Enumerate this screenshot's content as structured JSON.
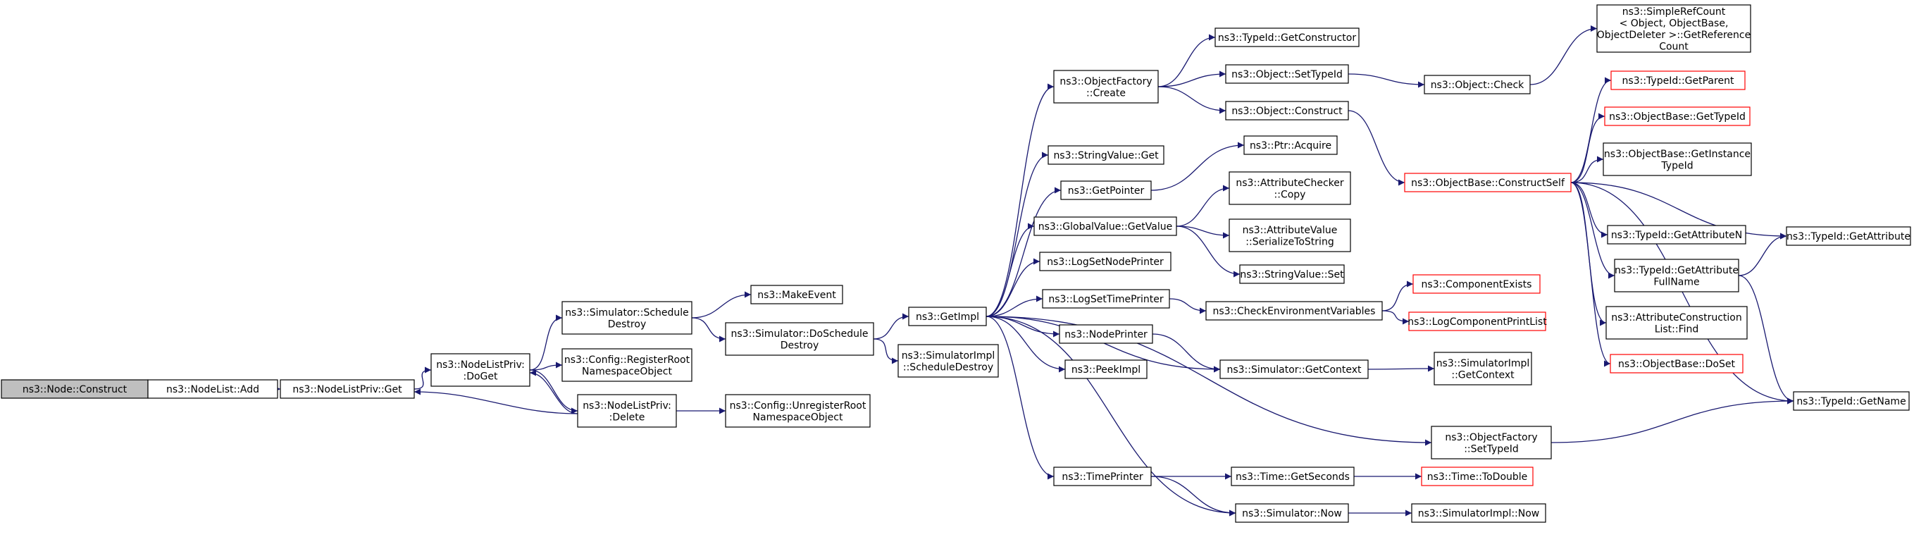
{
  "colors": {
    "edge": "#191970",
    "red_border": "#ff0000",
    "root_fill": "#bfbfbf"
  },
  "nodes": [
    {
      "id": "n1",
      "lines": [
        "ns3::Node::Construct"
      ],
      "style": "root"
    },
    {
      "id": "n2",
      "lines": [
        "ns3::NodeList::Add"
      ]
    },
    {
      "id": "n3",
      "lines": [
        "ns3::NodeListPriv::Get"
      ]
    },
    {
      "id": "n4",
      "lines": [
        "ns3::NodeListPriv:",
        ":DoGet"
      ]
    },
    {
      "id": "n5",
      "lines": [
        "ns3::Simulator::Schedule",
        "Destroy"
      ]
    },
    {
      "id": "n6",
      "lines": [
        "ns3::Config::RegisterRoot",
        "NamespaceObject"
      ]
    },
    {
      "id": "n7",
      "lines": [
        "ns3::NodeListPriv:",
        ":Delete"
      ]
    },
    {
      "id": "n8",
      "lines": [
        "ns3::MakeEvent"
      ]
    },
    {
      "id": "n9",
      "lines": [
        "ns3::Simulator::DoSchedule",
        "Destroy"
      ]
    },
    {
      "id": "n10",
      "lines": [
        "ns3::Config::UnregisterRoot",
        "NamespaceObject"
      ]
    },
    {
      "id": "n11",
      "lines": [
        "ns3::GetImpl"
      ]
    },
    {
      "id": "n12",
      "lines": [
        "ns3::SimulatorImpl",
        "::ScheduleDestroy"
      ]
    },
    {
      "id": "n13",
      "lines": [
        "ns3::ObjectFactory",
        "::Create"
      ]
    },
    {
      "id": "n14",
      "lines": [
        "ns3::StringValue::Get"
      ]
    },
    {
      "id": "n15",
      "lines": [
        "ns3::GetPointer"
      ]
    },
    {
      "id": "n16",
      "lines": [
        "ns3::GlobalValue::GetValue"
      ]
    },
    {
      "id": "n17",
      "lines": [
        "ns3::LogSetNodePrinter"
      ]
    },
    {
      "id": "n18",
      "lines": [
        "ns3::LogSetTimePrinter"
      ]
    },
    {
      "id": "n19",
      "lines": [
        "ns3::NodePrinter"
      ]
    },
    {
      "id": "n20",
      "lines": [
        "ns3::PeekImpl"
      ]
    },
    {
      "id": "n21",
      "lines": [
        "ns3::TimePrinter"
      ]
    },
    {
      "id": "n22",
      "lines": [
        "ns3::TypeId::GetConstructor"
      ]
    },
    {
      "id": "n23",
      "lines": [
        "ns3::Object::SetTypeId"
      ]
    },
    {
      "id": "n24",
      "lines": [
        "ns3::Object::Construct"
      ]
    },
    {
      "id": "n25",
      "lines": [
        "ns3::Ptr::Acquire"
      ]
    },
    {
      "id": "n26",
      "lines": [
        "ns3::AttributeChecker",
        "::Copy"
      ]
    },
    {
      "id": "n27",
      "lines": [
        "ns3::AttributeValue",
        "::SerializeToString"
      ]
    },
    {
      "id": "n28",
      "lines": [
        "ns3::StringValue::Set"
      ]
    },
    {
      "id": "n29",
      "lines": [
        "ns3::CheckEnvironmentVariables"
      ]
    },
    {
      "id": "n30",
      "lines": [
        "ns3::Simulator::GetContext"
      ]
    },
    {
      "id": "n31",
      "lines": [
        "ns3::ObjectFactory",
        "::SetTypeId"
      ]
    },
    {
      "id": "n32",
      "lines": [
        "ns3::Time::GetSeconds"
      ]
    },
    {
      "id": "n33",
      "lines": [
        "ns3::Simulator::Now"
      ]
    },
    {
      "id": "n34",
      "lines": [
        "ns3::Object::Check"
      ]
    },
    {
      "id": "n35",
      "lines": [
        "ns3::ObjectBase::ConstructSelf"
      ],
      "style": "red"
    },
    {
      "id": "n36",
      "lines": [
        "ns3::ComponentExists"
      ],
      "style": "red"
    },
    {
      "id": "n37",
      "lines": [
        "ns3::LogComponentPrintList"
      ],
      "style": "red"
    },
    {
      "id": "n38",
      "lines": [
        "ns3::SimulatorImpl",
        "::GetContext"
      ]
    },
    {
      "id": "n39",
      "lines": [
        "ns3::Time::ToDouble"
      ],
      "style": "red"
    },
    {
      "id": "n40",
      "lines": [
        "ns3::SimulatorImpl::Now"
      ]
    },
    {
      "id": "n41",
      "lines": [
        "ns3::SimpleRefCount",
        "< Object, ObjectBase,",
        "ObjectDeleter >::GetReference",
        "Count"
      ]
    },
    {
      "id": "n42",
      "lines": [
        "ns3::TypeId::GetParent"
      ],
      "style": "red"
    },
    {
      "id": "n43",
      "lines": [
        "ns3::ObjectBase::GetTypeId"
      ],
      "style": "red"
    },
    {
      "id": "n44",
      "lines": [
        "ns3::ObjectBase::GetInstance",
        "TypeId"
      ]
    },
    {
      "id": "n45",
      "lines": [
        "ns3::TypeId::GetAttributeN"
      ]
    },
    {
      "id": "n46",
      "lines": [
        "ns3::TypeId::GetAttribute",
        "FullName"
      ]
    },
    {
      "id": "n47",
      "lines": [
        "ns3::AttributeConstruction",
        "List::Find"
      ]
    },
    {
      "id": "n48",
      "lines": [
        "ns3::ObjectBase::DoSet"
      ],
      "style": "red"
    },
    {
      "id": "n49",
      "lines": [
        "ns3::TypeId::GetAttribute"
      ]
    },
    {
      "id": "n50",
      "lines": [
        "ns3::TypeId::GetName"
      ]
    }
  ],
  "edges": [
    [
      "n1",
      "n2"
    ],
    [
      "n2",
      "n3"
    ],
    [
      "n3",
      "n4"
    ],
    [
      "n4",
      "n5"
    ],
    [
      "n4",
      "n6"
    ],
    [
      "n4",
      "n7"
    ],
    [
      "n7",
      "n4"
    ],
    [
      "n7",
      "n3"
    ],
    [
      "n7",
      "n10"
    ],
    [
      "n5",
      "n8"
    ],
    [
      "n5",
      "n9"
    ],
    [
      "n9",
      "n11"
    ],
    [
      "n9",
      "n12"
    ],
    [
      "n11",
      "n13"
    ],
    [
      "n11",
      "n14"
    ],
    [
      "n11",
      "n15"
    ],
    [
      "n11",
      "n16"
    ],
    [
      "n11",
      "n17"
    ],
    [
      "n11",
      "n18"
    ],
    [
      "n11",
      "n19"
    ],
    [
      "n11",
      "n20"
    ],
    [
      "n11",
      "n21"
    ],
    [
      "n11",
      "n30"
    ],
    [
      "n11",
      "n31"
    ],
    [
      "n11",
      "n33"
    ],
    [
      "n13",
      "n22"
    ],
    [
      "n13",
      "n23"
    ],
    [
      "n13",
      "n24"
    ],
    [
      "n23",
      "n34"
    ],
    [
      "n34",
      "n41"
    ],
    [
      "n24",
      "n35"
    ],
    [
      "n15",
      "n25"
    ],
    [
      "n16",
      "n26"
    ],
    [
      "n16",
      "n27"
    ],
    [
      "n16",
      "n28"
    ],
    [
      "n18",
      "n29"
    ],
    [
      "n29",
      "n36"
    ],
    [
      "n29",
      "n37"
    ],
    [
      "n19",
      "n30"
    ],
    [
      "n30",
      "n38"
    ],
    [
      "n31",
      "n50"
    ],
    [
      "n21",
      "n32"
    ],
    [
      "n21",
      "n33"
    ],
    [
      "n32",
      "n39"
    ],
    [
      "n33",
      "n40"
    ],
    [
      "n35",
      "n42"
    ],
    [
      "n35",
      "n43"
    ],
    [
      "n35",
      "n44"
    ],
    [
      "n35",
      "n45"
    ],
    [
      "n35",
      "n46"
    ],
    [
      "n35",
      "n47"
    ],
    [
      "n35",
      "n48"
    ],
    [
      "n35",
      "n49"
    ],
    [
      "n35",
      "n50"
    ],
    [
      "n46",
      "n49"
    ],
    [
      "n46",
      "n50"
    ]
  ]
}
